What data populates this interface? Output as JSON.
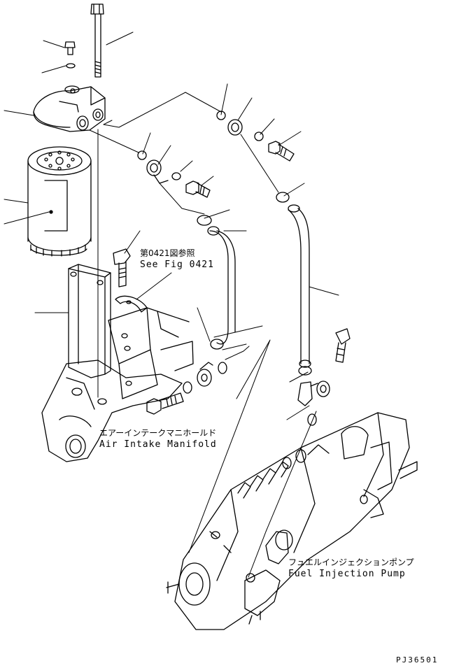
{
  "labels": {
    "ref_fig_jp": "第0421図参照",
    "ref_fig_en": "See Fig 0421",
    "manifold_jp": "エアーインテークマニホールド",
    "manifold_en": "Air Intake Manifold",
    "pump_jp": "フュエルインジェクションポンプ",
    "pump_en": "Fuel Injection Pump",
    "drawing_no": "PJ36501"
  },
  "colors": {
    "line": "#000000",
    "background": "#ffffff"
  }
}
